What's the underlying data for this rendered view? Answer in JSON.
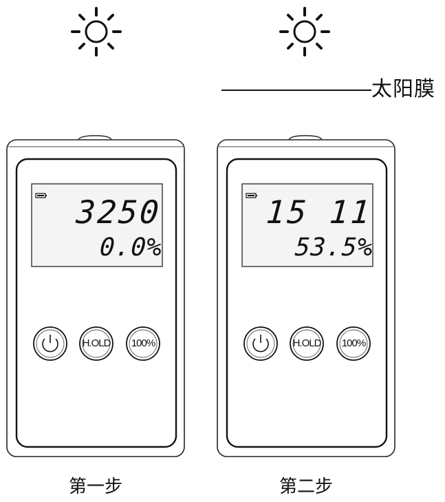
{
  "annotation": {
    "film_label": "太阳膜"
  },
  "devices": [
    {
      "reading_top": "3250",
      "reading_bottom": "0.0%",
      "buttons": [
        "",
        "H.OLD",
        "100%"
      ],
      "step_label": "第一步"
    },
    {
      "reading_top": "15 11",
      "reading_bottom": "53.5%",
      "buttons": [
        "",
        "H.OLD",
        "100%"
      ],
      "step_label": "第二步"
    }
  ],
  "icons": {
    "sun": "sun-icon",
    "battery": "battery-icon",
    "power": "power-icon"
  },
  "colors": {
    "ink": "#111111",
    "lcd": "#f4f4f4",
    "panel": "#ffffff"
  }
}
